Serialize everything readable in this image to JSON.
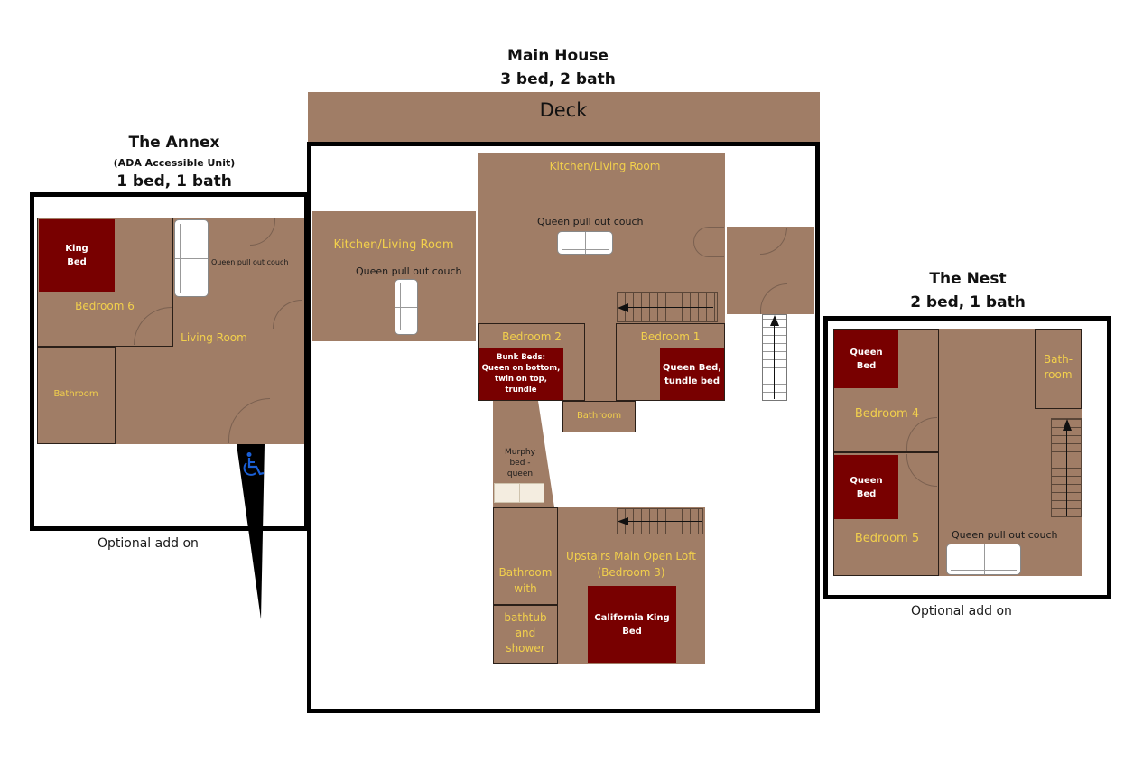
{
  "colors": {
    "floor": "#a07d66",
    "bed": "#780000",
    "room_label": "#f2d04c",
    "frame": "#000000",
    "ada_icon": "#1a5fd6"
  },
  "annex": {
    "title": "The Annex",
    "subtitle": "(ADA Accessible Unit)",
    "summary": "1 bed, 1 bath",
    "footer": "Optional add on",
    "rooms": {
      "bedroom": "Bedroom 6",
      "living": "Living Room",
      "bathroom": "Bathroom"
    },
    "bed": [
      "King",
      "Bed"
    ],
    "couch_note": "Queen pull out couch",
    "ada_icon": "wheelchair-accessible"
  },
  "main_house": {
    "title": "Main House",
    "summary": "3 bed, 2 bath",
    "deck": "Deck",
    "rooms": {
      "kitchen_left": "Kitchen/Living Room",
      "kitchen_center": "Kitchen/Living Room",
      "bedroom2": "Bedroom 2",
      "bedroom1": "Bedroom 1",
      "bathroom": "Bathroom",
      "loft": [
        "Upstairs Main Open Loft",
        "(Bedroom 3)"
      ],
      "loft_bath": [
        "Bathroom",
        "with"
      ],
      "loft_bath2": [
        "bathtub",
        "and",
        "shower"
      ]
    },
    "couch_left_note": "Queen pull out couch",
    "couch_center_note": "Queen pull out couch",
    "bunk_bed": [
      "Bunk Beds:",
      "Queen on bottom,",
      "twin on top, trundle"
    ],
    "bedroom1_bed": [
      "Queen Bed,",
      "tundle bed"
    ],
    "murphy": [
      "Murphy",
      "bed -",
      "queen"
    ],
    "loft_bed": [
      "California King",
      "Bed"
    ]
  },
  "nest": {
    "title": "The Nest",
    "summary": "2 bed, 1 bath",
    "footer": "Optional add on",
    "rooms": {
      "bedroom4": "Bedroom 4",
      "bedroom5": "Bedroom 5",
      "bathroom": [
        "Bath-",
        "room"
      ]
    },
    "bed4": [
      "Queen",
      "Bed"
    ],
    "bed5": [
      "Queen",
      "Bed"
    ],
    "couch_note": "Queen pull out couch"
  }
}
